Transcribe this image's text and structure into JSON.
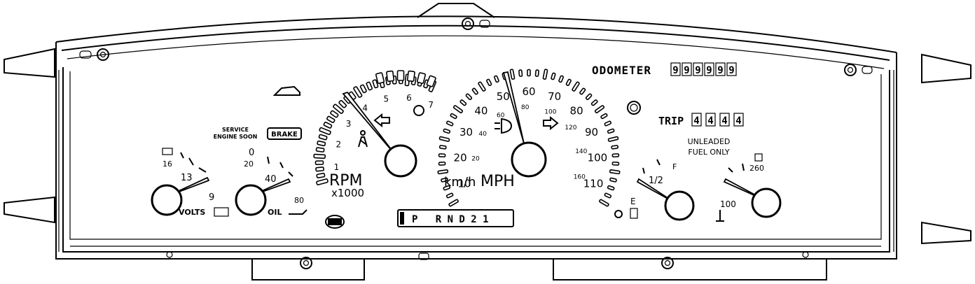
{
  "odometer": {
    "label": "ODOMETER",
    "digits": [
      "9",
      "9",
      "9",
      "9",
      "9",
      "9"
    ]
  },
  "trip": {
    "label": "TRIP",
    "digits": [
      "4",
      "4",
      "4",
      "4"
    ]
  },
  "fuel_note": {
    "line1": "UNLEADED",
    "line2": "FUEL ONLY"
  },
  "service_engine": {
    "line1": "SERVICE",
    "line2": "ENGINE SOON"
  },
  "brake_label": "BRAKE",
  "tachometer": {
    "unit": "RPM",
    "multiplier": "x1000",
    "numbers": [
      "1",
      "2",
      "3",
      "4",
      "5",
      "6",
      "7"
    ]
  },
  "speedometer": {
    "unit_kmh": "km/h",
    "unit_mph": "MPH",
    "mph_numbers": [
      "10",
      "20",
      "30",
      "40",
      "50",
      "60",
      "70",
      "80",
      "90",
      "100",
      "110"
    ],
    "kmh_numbers": [
      "20",
      "40",
      "60",
      "80",
      "100",
      "120",
      "140",
      "160"
    ]
  },
  "voltmeter": {
    "label": "VOLTS",
    "low": "9",
    "mid": "13",
    "high": "16"
  },
  "oil_gauge": {
    "label": "OIL",
    "zero": "0",
    "mid": "40",
    "high": "80"
  },
  "fuel_gauge": {
    "empty": "E",
    "half": "1/2",
    "full": "F"
  },
  "temp_gauge": {
    "low": "100",
    "high": "260"
  },
  "gear_indicator": {
    "text": "P   R N D 2 1"
  },
  "colors": {
    "line": "#000000",
    "background": "#ffffff"
  }
}
